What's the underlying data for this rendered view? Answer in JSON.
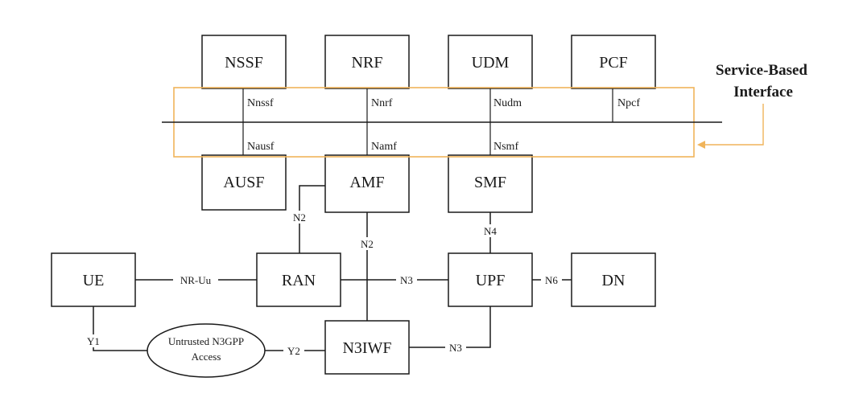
{
  "network_functions": {
    "nssf": "NSSF",
    "nrf": "NRF",
    "udm": "UDM",
    "pcf": "PCF",
    "ausf": "AUSF",
    "amf": "AMF",
    "smf": "SMF",
    "ue": "UE",
    "ran": "RAN",
    "upf": "UPF",
    "dn": "DN",
    "n3iwf": "N3IWF"
  },
  "service_interfaces": {
    "nnssf": "Nnssf",
    "nnrf": "Nnrf",
    "nudm": "Nudm",
    "npcf": "Npcf",
    "nausf": "Nausf",
    "namf": "Namf",
    "nsmf": "Nsmf"
  },
  "reference_points": {
    "n2_ran": "N2",
    "n2_n3iwf": "N2",
    "n4": "N4",
    "nr_uu": "NR-Uu",
    "n3_ran": "N3",
    "n6": "N6",
    "y1": "Y1",
    "y2": "Y2",
    "n3_n3iwf": "N3"
  },
  "untrusted_access": {
    "line1": "Untrusted N3GPP",
    "line2": "Access"
  },
  "sbi_title": {
    "line1": "Service-Based",
    "line2": "Interface"
  },
  "colors": {
    "sbi_highlight": "#f0b45a",
    "stroke": "#1a1a1a"
  }
}
